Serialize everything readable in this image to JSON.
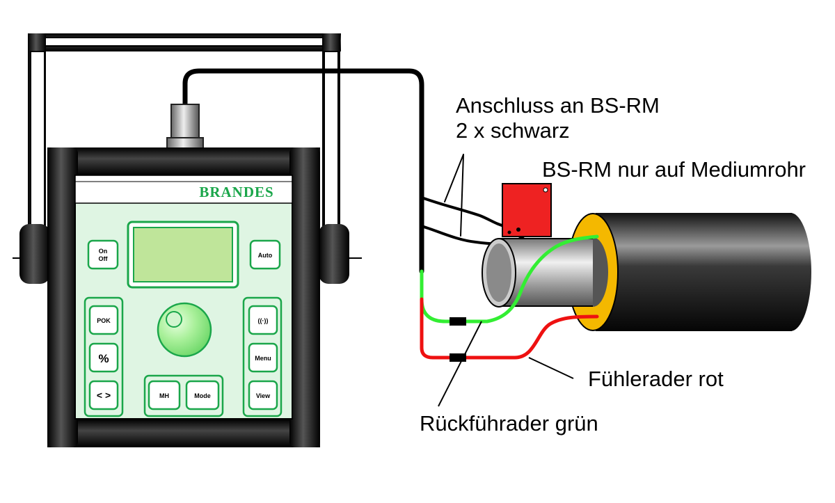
{
  "device": {
    "brand": "BRANDES",
    "keys": {
      "on_off_line1": "On",
      "on_off_line2": "Off",
      "auto": "Auto",
      "pok": "POK",
      "percent": "%",
      "arrows": "< >",
      "antenna": "((·))",
      "menu": "Menu",
      "view": "View",
      "mh": "MH",
      "mode": "Mode"
    }
  },
  "labels": {
    "connection_line1": "Anschluss an BS-RM",
    "connection_line2": "2 x schwarz",
    "bsrm_note": "BS-RM nur auf Mediumrohr",
    "sensor_red": "Fühlerader rot",
    "return_green": "Rückführader grün"
  },
  "colors": {
    "device_green": "#1aa64a",
    "panel_green": "#dff5e3",
    "display_green": "#bfe59a",
    "wire_green": "#33ee33",
    "wire_red": "#ee1111",
    "module_red": "#ee2222",
    "insulation_yellow": "#f4b800"
  }
}
